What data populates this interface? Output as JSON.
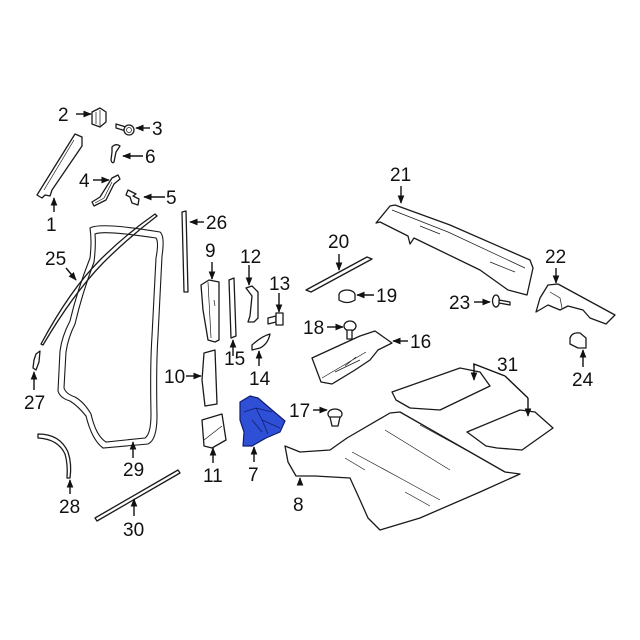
{
  "diagram": {
    "highlight_color": "#2f4fd6",
    "highlighted_part": "7",
    "callouts": {
      "c1": "1",
      "c2": "2",
      "c3": "3",
      "c4": "4",
      "c5": "5",
      "c6": "6",
      "c7": "7",
      "c8": "8",
      "c9": "9",
      "c10": "10",
      "c11": "11",
      "c12": "12",
      "c13": "13",
      "c14": "14",
      "c15": "15",
      "c16": "16",
      "c17": "17",
      "c18": "18",
      "c19": "19",
      "c20": "20",
      "c21": "21",
      "c22": "22",
      "c23": "23",
      "c24": "24",
      "c25": "25",
      "c26": "26",
      "c27": "27",
      "c28": "28",
      "c29": "29",
      "c30": "30",
      "c31": "31"
    }
  }
}
